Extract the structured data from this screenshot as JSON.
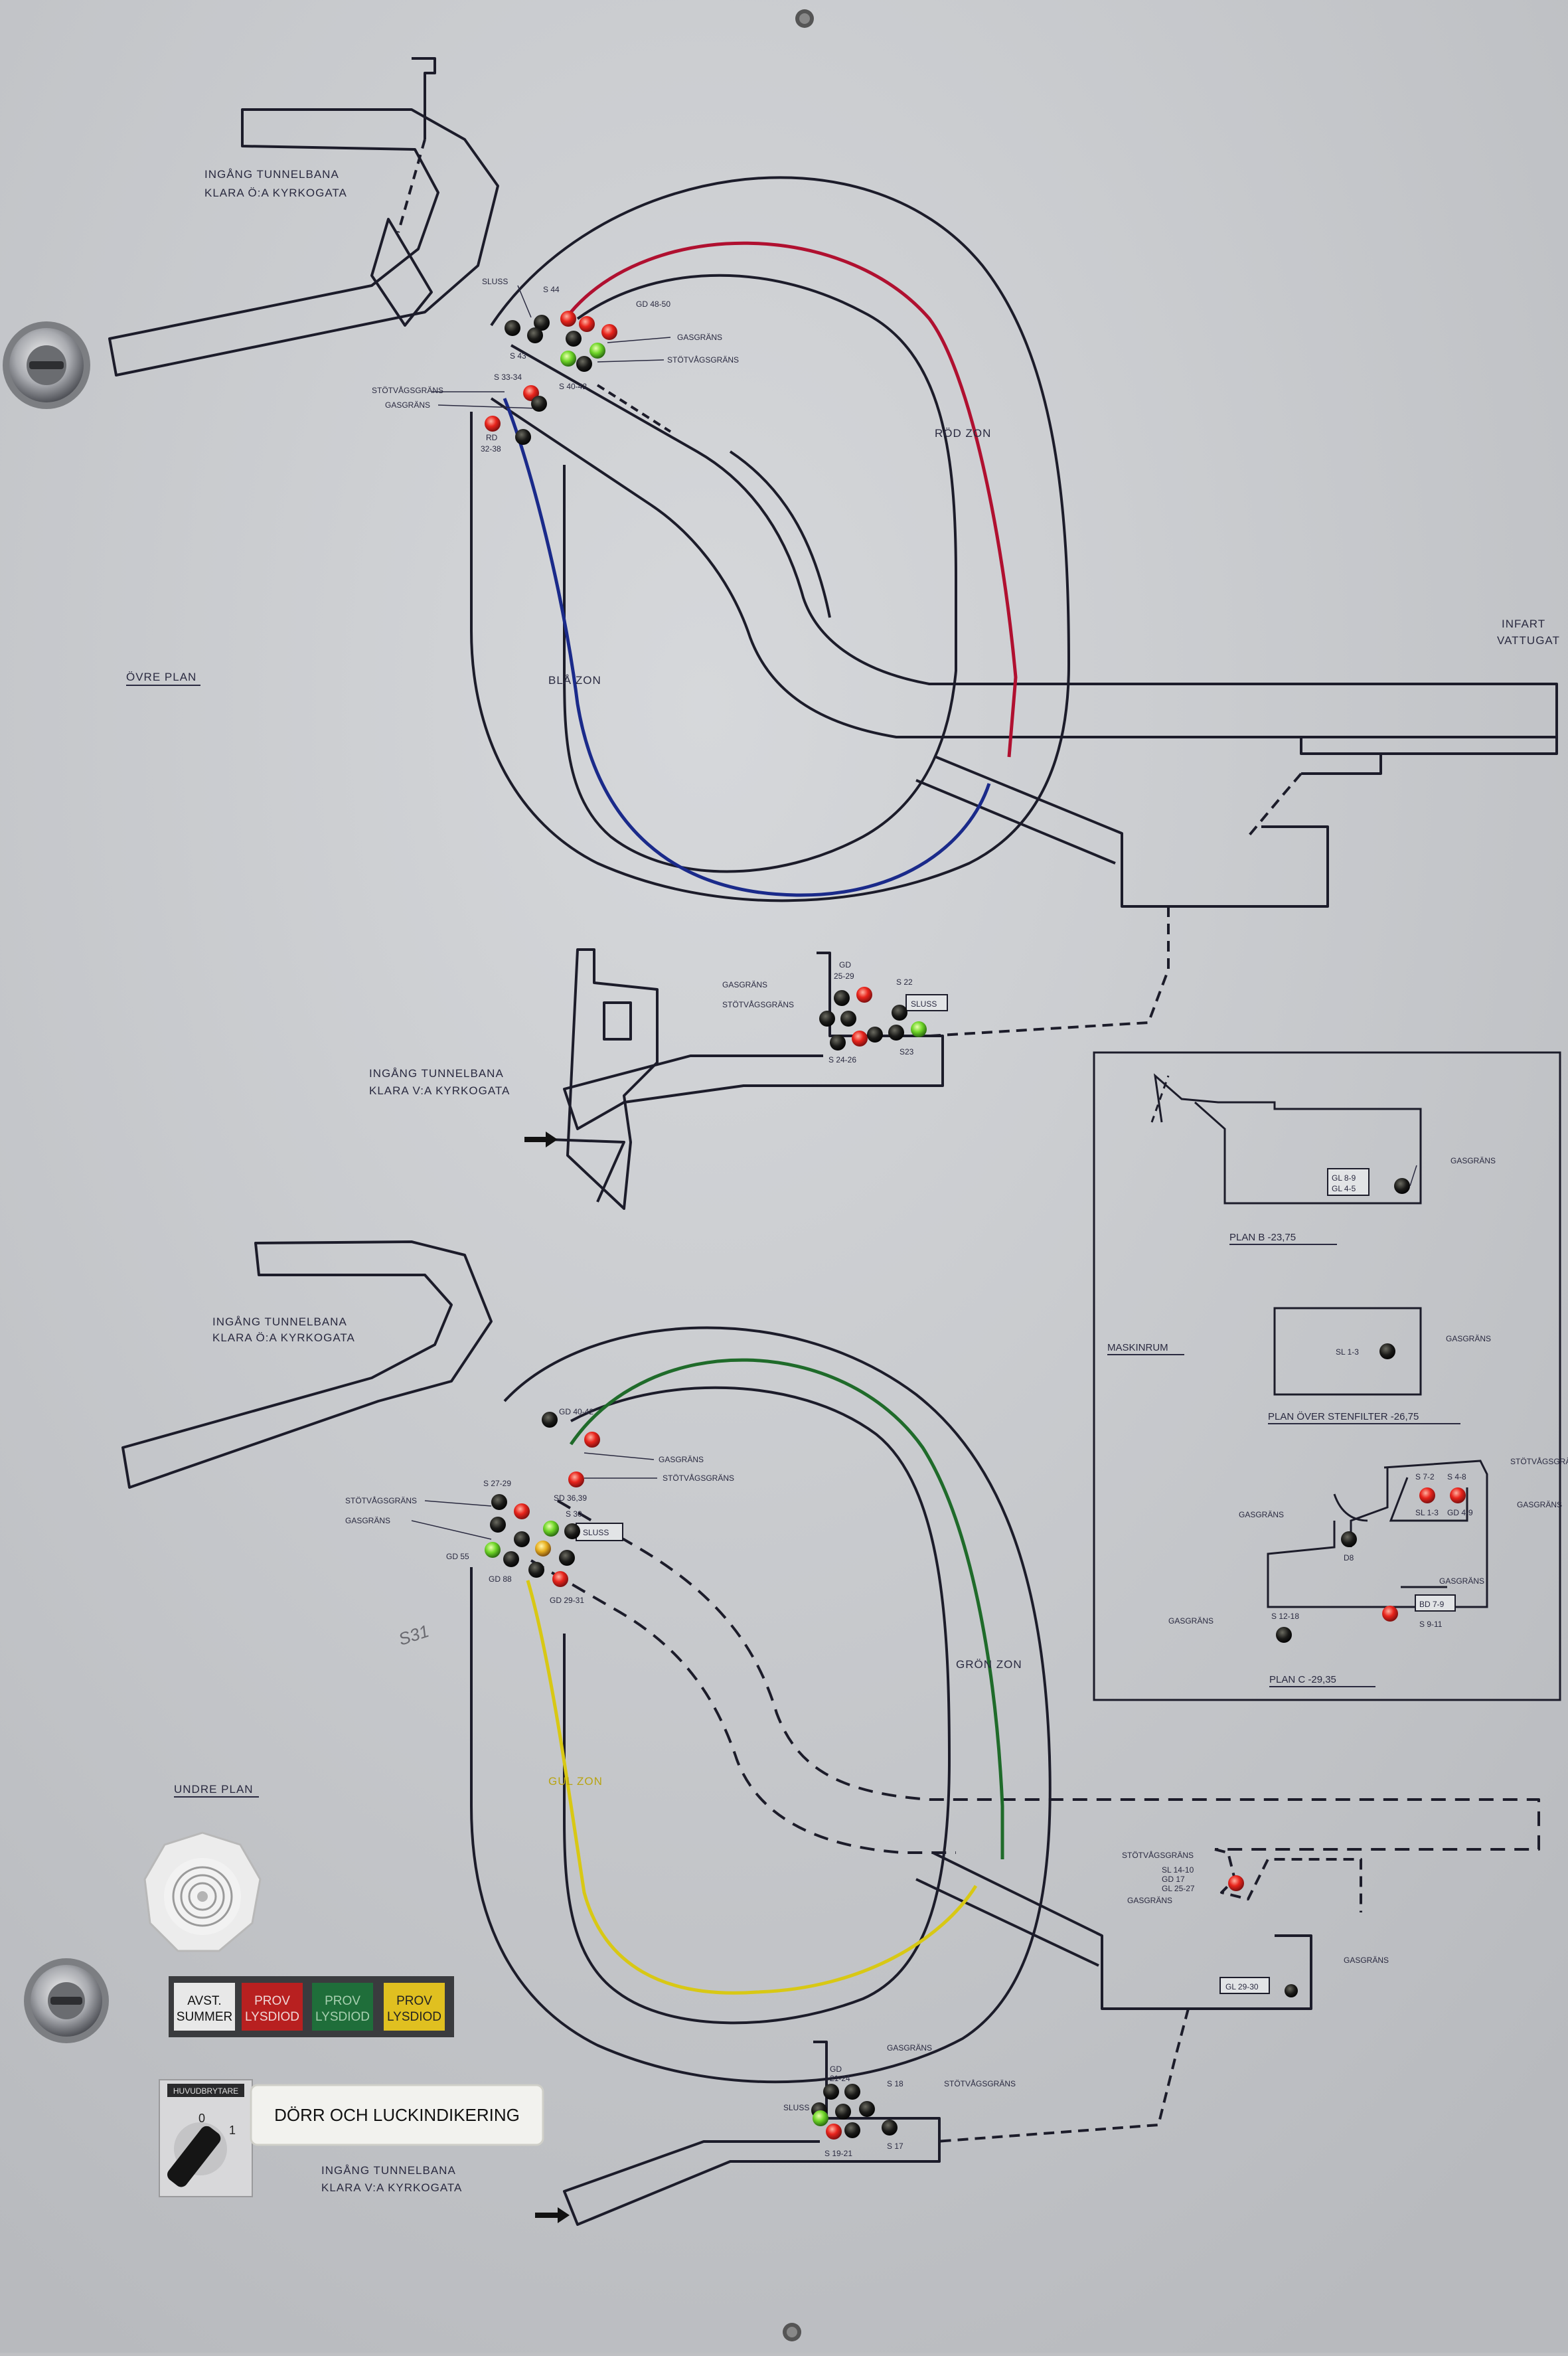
{
  "panel_colors": {
    "background": "#cdcfd2",
    "line": "#1c1c2a",
    "red_zone": "#b01030",
    "blue_zone": "#1a2a8a",
    "green_zone": "#1f6b2a",
    "yellow_zone": "#d8c814"
  },
  "upper": {
    "entrance_east": [
      "INGÅNG TUNNELBANA",
      "KLARA Ö:A KYRKOGATA"
    ],
    "entrance_west": [
      "INGÅNG TUNNELBANA",
      "KLARA V:A KYRKOGATA"
    ],
    "plan": "ÖVRE PLAN",
    "infart": [
      "INFART",
      "VATTUGAT"
    ],
    "red_zone": "RÖD ZON",
    "blue_zone": "BLÅ ZON",
    "labels": [
      "SLUSS",
      "S 44",
      "GD 48-50",
      "S 43",
      "GASGRÄNS",
      "STÖTVÅGSGRÄNS",
      "S 40-42",
      "S 33-34",
      "STÖTVÅGSGRÄNS",
      "GASGRÄNS",
      "RD",
      "32-38"
    ],
    "bottom_labels": [
      "GD",
      "25-29",
      "S 22",
      "GASGRÄNS",
      "STÖTVÅGSGRÄNS",
      "SLUSS",
      "S 24-26",
      "S23"
    ]
  },
  "machine": {
    "title": "MASKINRUM",
    "plan_b": "PLAN B -23,75",
    "plan_b_box": [
      "GL 8-9",
      "GL 4-5"
    ],
    "plan_filter": "PLAN ÖVER STENFILTER -26,75",
    "filter_box": "SL 1-3",
    "plan_c": "PLAN C -29,35",
    "gasgrans": "GASGRÄNS",
    "stotvagsgrans": "STÖTVÅGSGRÄNS",
    "c_labels": [
      "S 7-2",
      "S 4-8",
      "SL 1-3",
      "GD 4-9",
      "D8",
      "BD 7-9",
      "S 12-18",
      "S 9-11"
    ]
  },
  "lower": {
    "entrance_east": [
      "INGÅNG TUNNELBANA",
      "KLARA Ö:A KYRKOGATA"
    ],
    "entrance_west": [
      "INGÅNG TUNNELBANA",
      "KLARA V:A KYRKOGATA"
    ],
    "plan": "UNDRE PLAN",
    "green_zone": "GRÖN ZON",
    "yellow_zone": "GUL ZON",
    "labels": [
      "GD 40-42",
      "GASGRÄNS",
      "STÖTVÅGSGRÄNS",
      "S 27-29",
      "SD 36,39",
      "STÖTVÅGSGRÄNS",
      "S 30",
      "SLUSS",
      "GASGRÄNS",
      "GD 55",
      "GD 88",
      "GD 29-31"
    ],
    "right_labels": [
      "STÖTVÅGSGRÄNS",
      "SL 14-10",
      "GD 17",
      "GL 25-27",
      "GASGRÄNS",
      "GL 29-30",
      "GASGRÄNS"
    ],
    "bottom_labels": [
      "GASGRÄNS",
      "GD",
      "21-24",
      "S 18",
      "STÖTVÅGSGRÄNS",
      "SLUSS",
      "S 19-21",
      "S 17"
    ],
    "handwriting": "S31"
  },
  "controls": {
    "buttons": [
      {
        "line1": "AVST.",
        "line2": "SUMMER",
        "color": "#e8e8e8",
        "text_color": "#111111"
      },
      {
        "line1": "PROV",
        "line2": "LYSDIOD",
        "color": "#b82020",
        "text_color": "#f0d8d8"
      },
      {
        "line1": "PROV",
        "line2": "LYSDIOD",
        "color": "#1f6e3a",
        "text_color": "#a8d0b0"
      },
      {
        "line1": "PROV",
        "line2": "LYSDIOD",
        "color": "#e0c020",
        "text_color": "#222222"
      }
    ],
    "switch_label": "HUVUDBRYTARE",
    "switch_positions": [
      "0",
      "1"
    ],
    "door_label": "DÖRR OCH LUCKINDIKERING"
  }
}
